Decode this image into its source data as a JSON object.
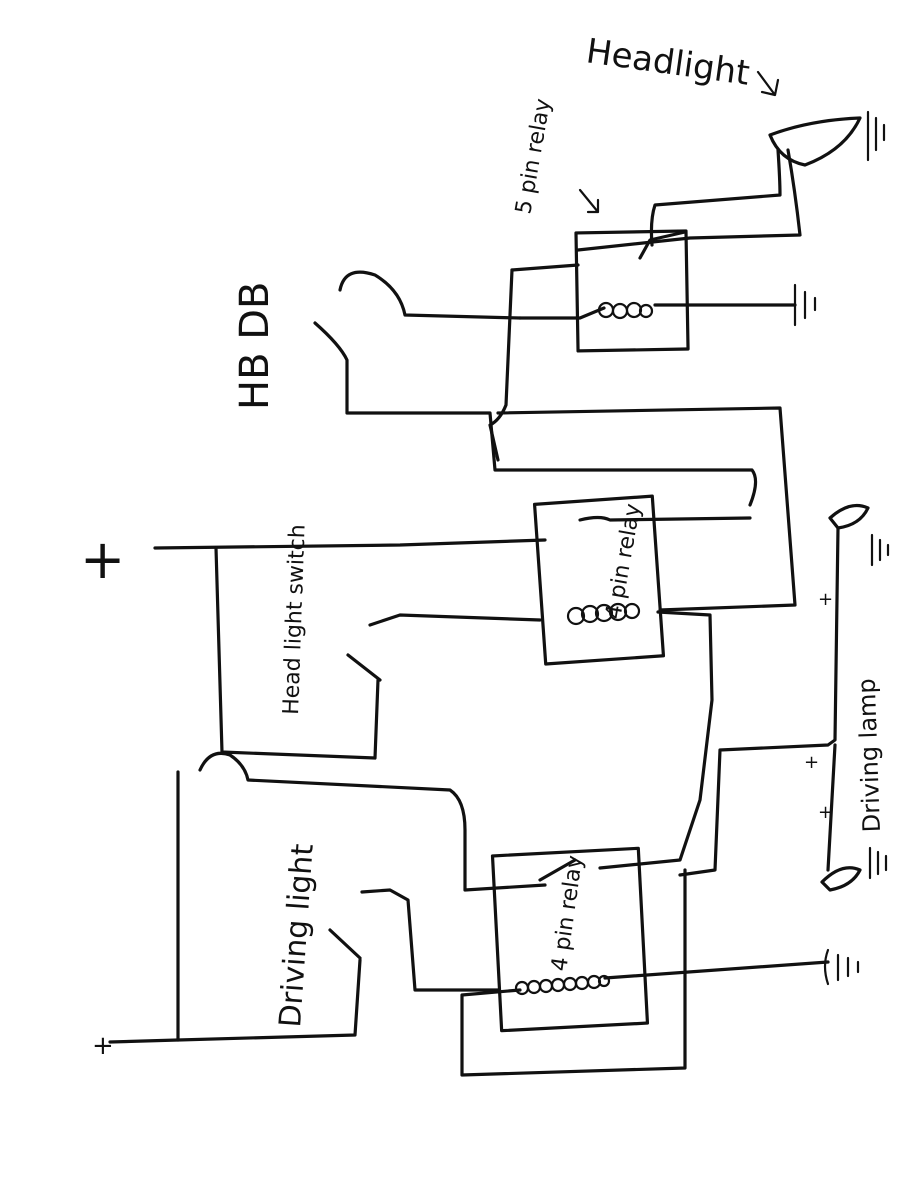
{
  "labels": {
    "headlight": "Headlight",
    "relay_5pin": "5 pin relay",
    "hi_beam": "HB DB",
    "plus_top": "+",
    "headlight_switch": "Head light switch",
    "relay_4pin_top": "4 pin relay",
    "driving_lamp": "Driving lamp",
    "driving_light_switch": "Driving light",
    "relay_4pin_bottom": "4 pin relay",
    "plus_bottom": "+",
    "lamp_plus_1": "+",
    "lamp_plus_2": "+",
    "lamp_plus_3": "+"
  }
}
